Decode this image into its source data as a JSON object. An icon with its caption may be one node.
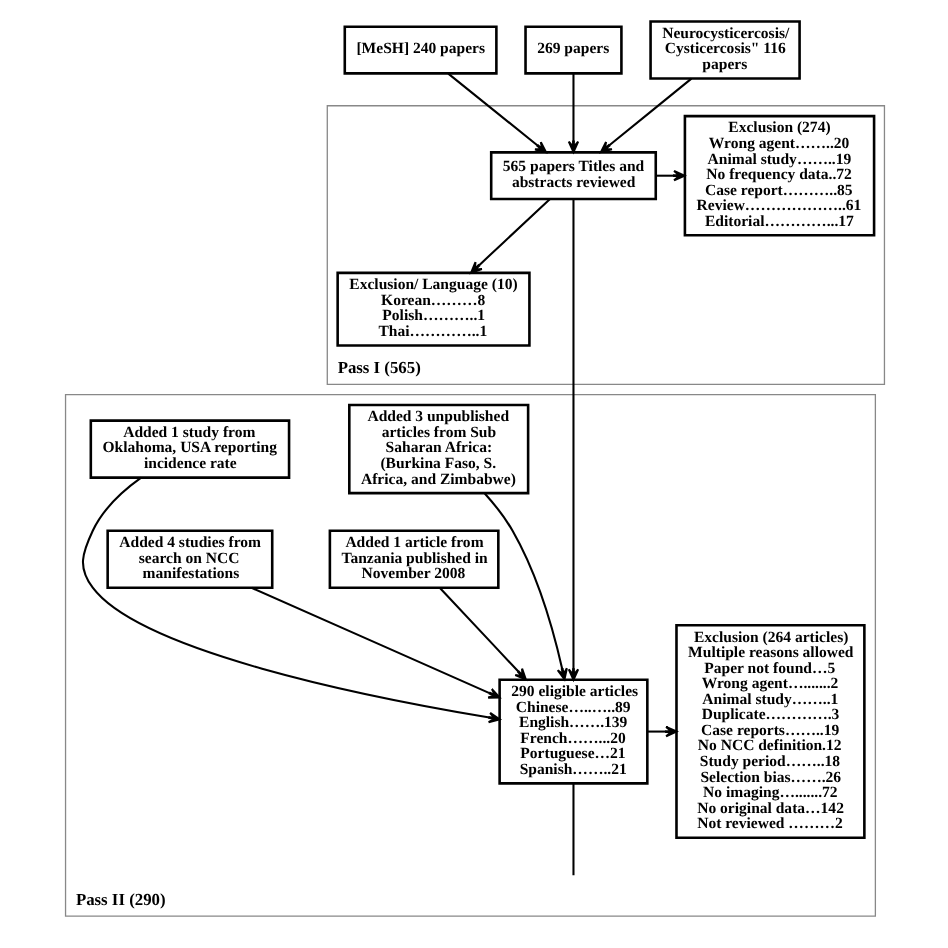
{
  "diagram": {
    "nodes": [
      {
        "text": [
          "[MeSH] 240 papers"
        ]
      },
      {
        "text": [
          "269 papers"
        ]
      },
      {
        "text": [
          "Neurocysticercosis/ Cysticercosis\" 116 papers"
        ]
      },
      {
        "text": [
          "Pass I (565)"
        ]
      },
      {
        "text": [
          "565 papers Titles and abstracts reviewed"
        ],
        "in": 3
      },
      {
        "text": [
          "Exclusion (274)",
          "Wrong agent……..20",
          "Animal study……..19",
          "No frequency data..72",
          "Case report………..85",
          "Review………………..61",
          "Editorial…………...17"
        ],
        "in": 3
      },
      {
        "text": [
          "Exclusion/ Language (10)",
          "Korean………8",
          "Polish………..1",
          "Thai…………..1"
        ],
        "in": 3
      },
      {
        "text": [
          "Pass II (290)"
        ]
      },
      {
        "text": [
          "Added 1 study from Oklahoma, USA reporting incidence rate"
        ],
        "in": 7
      },
      {
        "text": [
          "Added 3 unpublished articles from Sub Saharan Africa:",
          "(Burkina Faso, S. Africa, and Zimbabwe)"
        ],
        "in": 7
      },
      {
        "text": [
          "Added 4 studies from search on NCC manifestations"
        ],
        "in": 7
      },
      {
        "text": [
          "Added 1 article from Tanzania published in November 2008"
        ],
        "in": 7
      },
      {
        "text": [
          "Exclusion (264 articles)",
          "Multiple reasons allowed",
          "Paper not found…5",
          "Wrong agent….......2",
          "Animal study……..1",
          "Duplicate………….3",
          "Case reports……..19",
          "No NCC definition.12",
          "Study period……..18",
          "Selection bias…….26",
          "No imaging….......72",
          "No original data…142",
          "Not reviewed ………2"
        ],
        "in": 7
      },
      {
        "text": [
          "290 eligible articles",
          "Chinese…..…..89",
          "English…….139",
          "French……...20",
          "Portuguese…21",
          "Spanish……..21"
        ],
        "in": 7
      }
    ],
    "edges": [
      {
        "from": 0,
        "to": 4,
        "arrow": "to"
      },
      {
        "from": 1,
        "to": 4,
        "arrow": "to"
      },
      {
        "from": 2,
        "to": 4,
        "arrow": "to"
      },
      {
        "from": 4,
        "to": 5,
        "arrow": "to"
      },
      {
        "from": 4,
        "to": 6,
        "arrow": "to"
      },
      {
        "from": 4,
        "to": 13,
        "arrow": "to"
      },
      {
        "from": 8,
        "to": 13,
        "arrow": "to"
      },
      {
        "from": 9,
        "to": 13,
        "arrow": "to"
      },
      {
        "from": 10,
        "to": 13,
        "arrow": "to"
      },
      {
        "from": 11,
        "to": 13,
        "arrow": "to"
      },
      {
        "from": 13,
        "to": 12,
        "arrow": "to"
      },
      {
        "from": 13,
        "to": null,
        "arrow": "none"
      }
    ]
  }
}
